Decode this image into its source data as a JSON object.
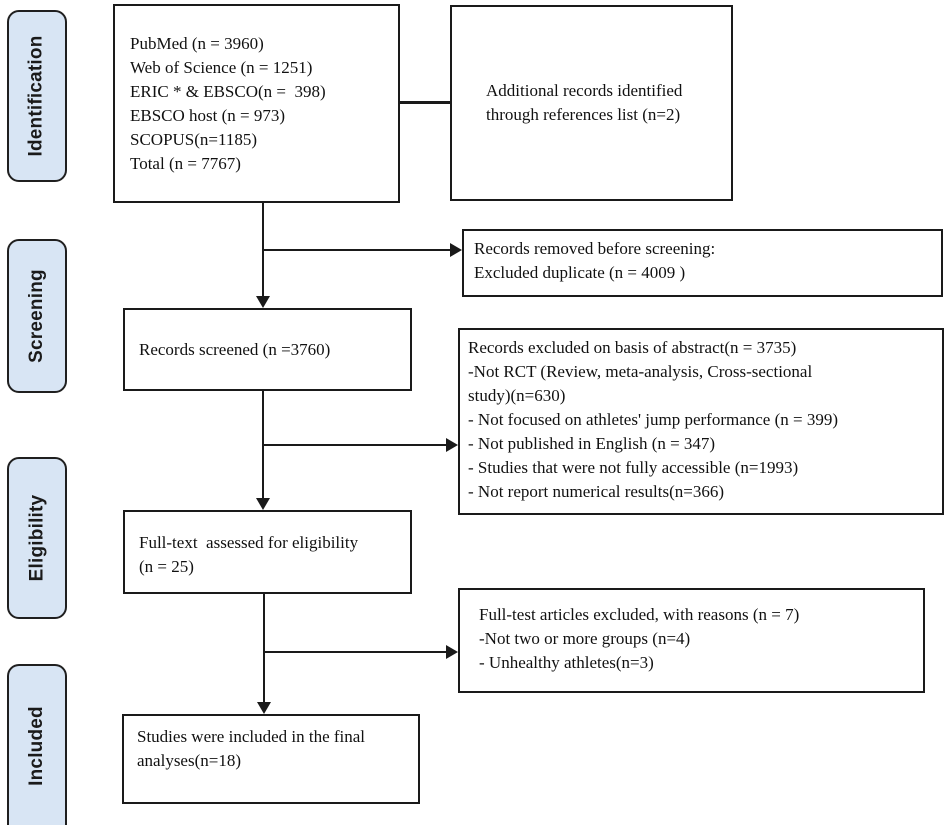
{
  "stages": [
    {
      "label": "Identification"
    },
    {
      "label": "Screening"
    },
    {
      "label": "Eligibility"
    },
    {
      "label": "Included"
    }
  ],
  "boxes": {
    "identification_sources": {
      "text": "PubMed (n = 3960)\nWeb of Science (n = 1251)\nERIC * & EBSCO(n =  398)\nEBSCO host (n = 973)\nSCOPUS(n=1185)\nTotal (n = 7767)"
    },
    "additional_records": {
      "text": "Additional records identified\nthrough references list (n=2)"
    },
    "records_removed": {
      "text": "Records removed before screening:\nExcluded duplicate (n = 4009 )"
    },
    "records_screened": {
      "text": "Records screened (n =3760)"
    },
    "records_excluded_abstract": {
      "text": "Records excluded on basis of abstract(n = 3735)\n-Not RCT (Review, meta-analysis, Cross-sectional\nstudy)(n=630)\n- Not focused on athletes' jump performance (n = 399)\n- Not published in English (n = 347)\n- Studies that were not fully accessible (n=1993)\n- Not report numerical results(n=366)"
    },
    "fulltext_assessed": {
      "text": "Full-text  assessed for eligibility\n(n = 25)"
    },
    "fulltext_excluded": {
      "text": "Full-test articles excluded, with reasons (n = 7)\n-Not two or more groups (n=4)\n- Unhealthy athletes(n=3)"
    },
    "included_studies": {
      "text": "Studies were included in the final\nanalyses(n=18)"
    }
  },
  "colors": {
    "stage_fill": "#d8e5f4",
    "stage_border": "#1f1f1f",
    "box_border": "#1a1a1a",
    "connector": "#1a1a1a",
    "text": "#111111"
  }
}
